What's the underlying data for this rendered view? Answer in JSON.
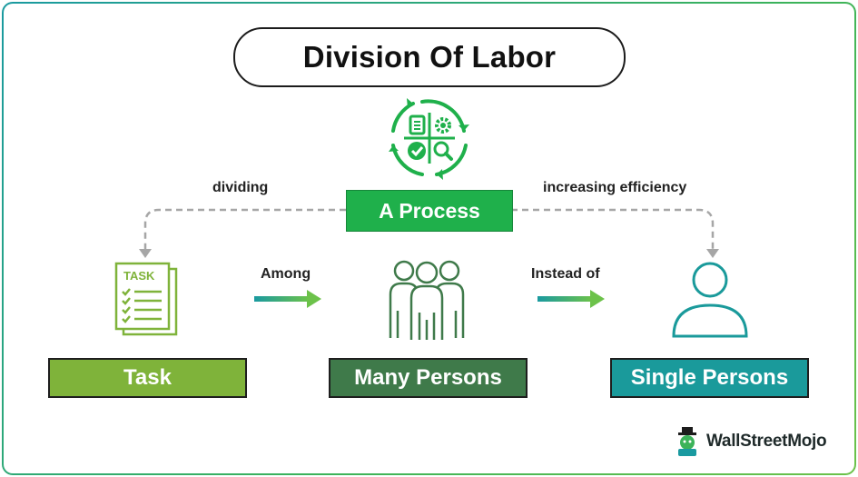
{
  "title": "Division Of Labor",
  "process": "A Process",
  "edge_labels": {
    "dividing": "dividing",
    "increasing": "increasing efficiency",
    "among": "Among",
    "instead_of": "Instead of"
  },
  "nodes": {
    "task": "Task",
    "many": "Many Persons",
    "single": "Single Persons"
  },
  "task_icon_text": "TASK",
  "brand": "WallStreetMojo",
  "colors": {
    "process_green": "#1fb04b",
    "task_green": "#7fb33a",
    "many_green": "#3f7a4a",
    "single_teal": "#1a9a9b",
    "dashed_gray": "#a6a6a6"
  }
}
